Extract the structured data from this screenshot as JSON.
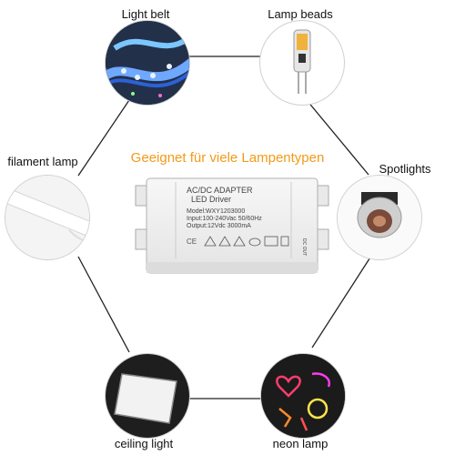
{
  "headline": "Geeignet für viele Lampentypen",
  "labels": {
    "top_left": "Light belt",
    "top_right": "Lamp beads",
    "mid_left": "filament lamp",
    "mid_right": "Spotlights",
    "bottom_left": "ceiling light",
    "bottom_right": "neon lamp"
  },
  "adapter": {
    "line1": "AC/DC ADAPTER",
    "line2": "LED Driver",
    "model": "Model:WXY1203000",
    "input": "Input:100-240Vac 50/60Hz",
    "output": "Output:12Vdc 3000mA",
    "side_label": "DC OUT"
  },
  "colors": {
    "headline": "#f39a17",
    "hexagon_line": "#222222"
  }
}
